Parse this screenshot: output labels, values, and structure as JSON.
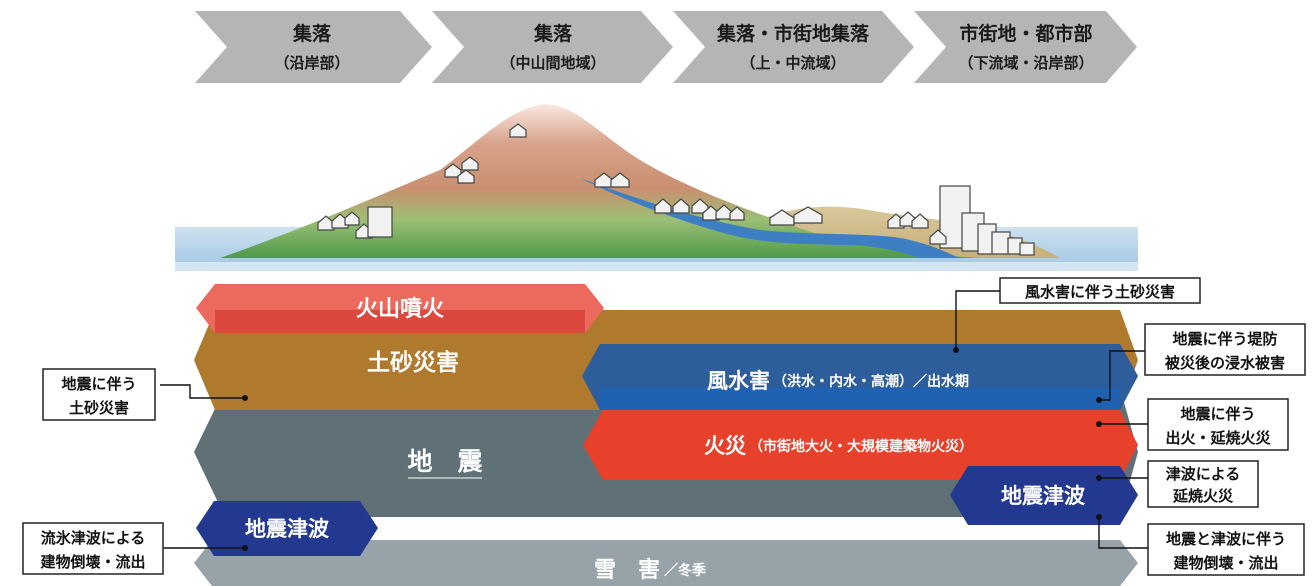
{
  "settlements": [
    {
      "name": "集落",
      "sub": "（沿岸部）"
    },
    {
      "name": "集落",
      "sub": "（中山間地域）"
    },
    {
      "name": "集落・市街地集落",
      "sub": "（上・中流域）"
    },
    {
      "name": "市街地・都市部",
      "sub": "（下流域・沿岸部）"
    }
  ],
  "hazards": {
    "volcano": "火山噴火",
    "sediment": "土砂災害",
    "storm": "風水害",
    "storm_note": "（洪水・内水・高潮）／出水期",
    "earthquake": "地　震",
    "fire": "火災",
    "fire_note": "（市街地大火・大規模建築物火災）",
    "tsunami_left": "地震津波",
    "tsunami_right": "地震津波",
    "snow": "雪　害",
    "snow_note": "／冬季"
  },
  "callouts": {
    "storm_sediment": "風水害に伴う土砂災害",
    "quake_sediment": [
      "地震に伴う",
      "土砂災害"
    ],
    "levee": [
      "地震に伴う堤防",
      "被災後の浸水被害"
    ],
    "quake_fire": [
      "地震に伴う",
      "出火・延焼火災"
    ],
    "tsunami_fire": [
      "津波による",
      "延焼火災"
    ],
    "quake_tsunami_collapse": [
      "地震と津波に伴う",
      "建物倒壊・流出"
    ],
    "ice_tsunami": [
      "流氷津波による",
      "建物倒壊・流出"
    ]
  },
  "colors": {
    "chevron": "#b5b5b5",
    "volcano": "#ec6a5d",
    "sediment": "#b07a2e",
    "storm": "#2e5d9c",
    "earthquake": "#5f7077",
    "fire": "#e8412b",
    "tsunami": "#22398f",
    "snow": "#98a3a9",
    "sea": "#bcd6ea",
    "river": "#3d7fc2"
  }
}
